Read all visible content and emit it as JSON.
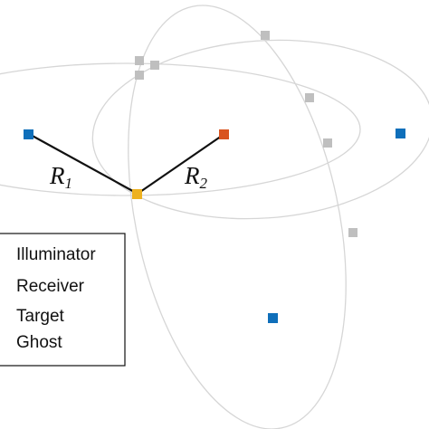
{
  "colors": {
    "illuminator": "#0f6fba",
    "receiver": "#d9531e",
    "target": "#edb120",
    "ghost": "#bfbfbf",
    "ellipse": "#d6d6d6",
    "line": "#111111"
  },
  "labels": {
    "r1": {
      "main": "R",
      "sub": "1"
    },
    "r2": {
      "main": "R",
      "sub": "2"
    }
  },
  "legend": {
    "items": [
      {
        "key": "illuminator",
        "label": "Illuminator"
      },
      {
        "key": "receiver",
        "label": "Receiver"
      },
      {
        "key": "target",
        "label": "Target"
      },
      {
        "key": "ghost",
        "label": "Ghost"
      }
    ]
  }
}
